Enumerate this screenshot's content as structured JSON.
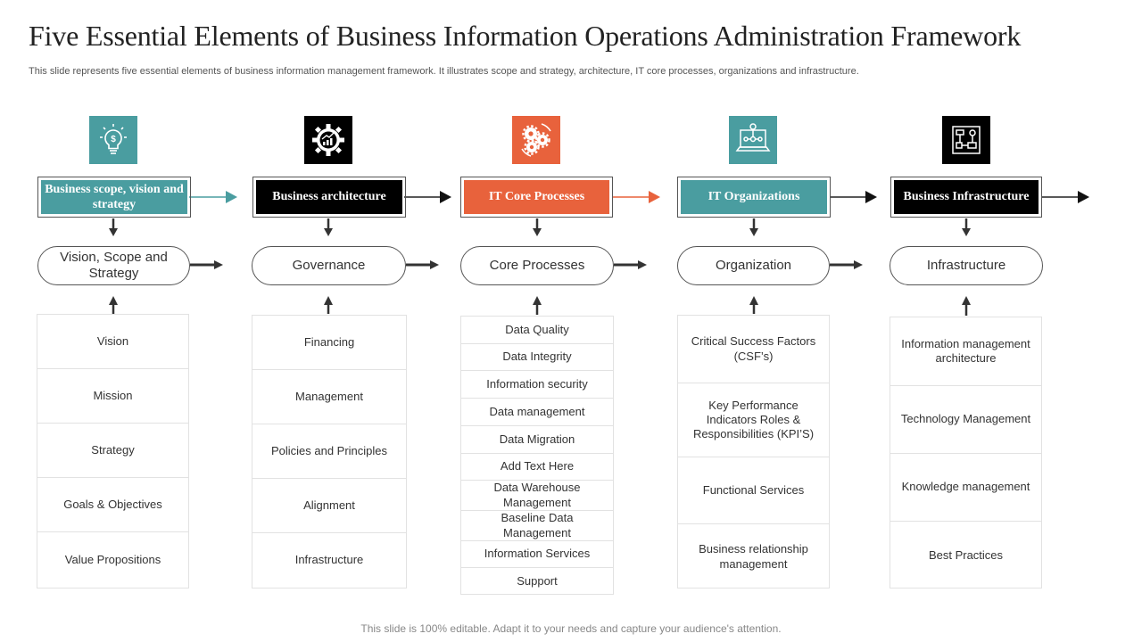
{
  "title": "Five Essential Elements of Business Information Operations Administration Framework",
  "subtitle": "This slide represents five essential elements of business information management framework. It illustrates scope and strategy, architecture, IT core processes, organizations and infrastructure.",
  "footer": "This slide is 100% editable. Adapt it to your needs and capture your audience's attention.",
  "colors": {
    "teal": "#4a9da0",
    "black": "#000000",
    "orange": "#e8623c"
  },
  "columns": [
    {
      "icon": "lightbulb-dollar-icon",
      "color": "#4a9da0",
      "heading": "Business scope, vision and strategy",
      "pill": "Vision, Scope and Strategy",
      "items": [
        "Vision",
        "Mission",
        "Strategy",
        "Goals & Objectives",
        "Value Propositions"
      ]
    },
    {
      "icon": "gear-chart-icon",
      "color": "#000000",
      "heading": "Business architecture",
      "pill": "Governance",
      "items": [
        "Financing",
        "Management",
        "Policies and Principles",
        "Alignment",
        "Infrastructure"
      ]
    },
    {
      "icon": "gears-cycle-icon",
      "color": "#e8623c",
      "heading": "IT Core Processes",
      "pill": "Core Processes",
      "items": [
        "Data Quality",
        "Data Integrity",
        "Information  security",
        "Data management",
        "Data Migration",
        "Add Text Here",
        "Data Warehouse Management",
        "Baseline Data Management",
        "Information  Services",
        "Support"
      ]
    },
    {
      "icon": "laptop-network-icon",
      "color": "#4a9da0",
      "heading": "IT Organizations",
      "pill": "Organization",
      "items": [
        "Critical Success Factors (CSF’s)",
        "Key Performance Indicators Roles & Responsibilities (KPI’S)",
        "Functional Services",
        "Business relationship management"
      ]
    },
    {
      "icon": "infrastructure-board-icon",
      "color": "#000000",
      "heading": "Business Infrastructure",
      "pill": "Infrastructure",
      "items": [
        "Information  management architecture",
        "Technology Management",
        "Knowledge  management",
        "Best Practices"
      ]
    }
  ]
}
